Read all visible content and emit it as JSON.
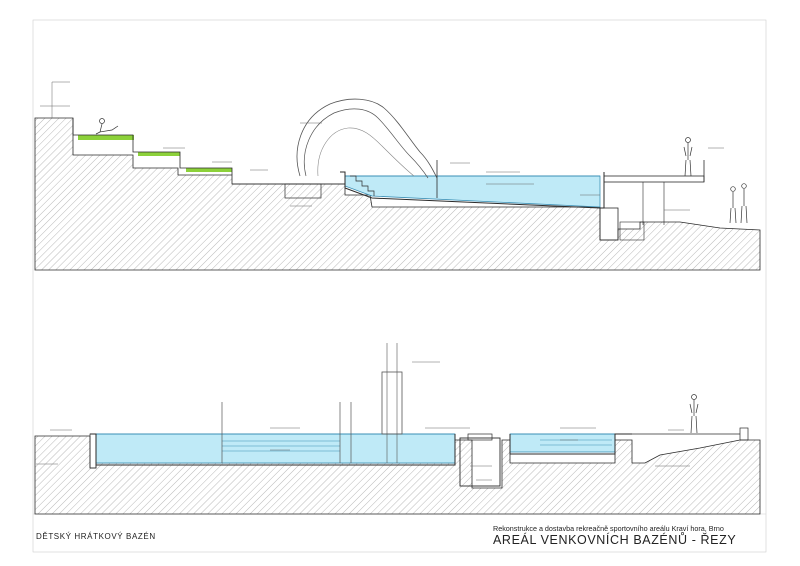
{
  "sheet": {
    "title": "DĚTSKÝ HRÁTKOVÝ BAZÉN",
    "project": "Rekonstrukce a dostavba rekreačně sportovního areálu Kraví hora, Brno",
    "drawing_title": "AREÁL VENKOVNÍCH BAZÉNŮ - ŘEZY"
  },
  "colors": {
    "line": "#2b2b2b",
    "hatch": "#9a9a9a",
    "water": "#bfeaf7",
    "water_edge": "#3a8fb5",
    "grass": "#8cd13a",
    "background": "#ffffff"
  }
}
